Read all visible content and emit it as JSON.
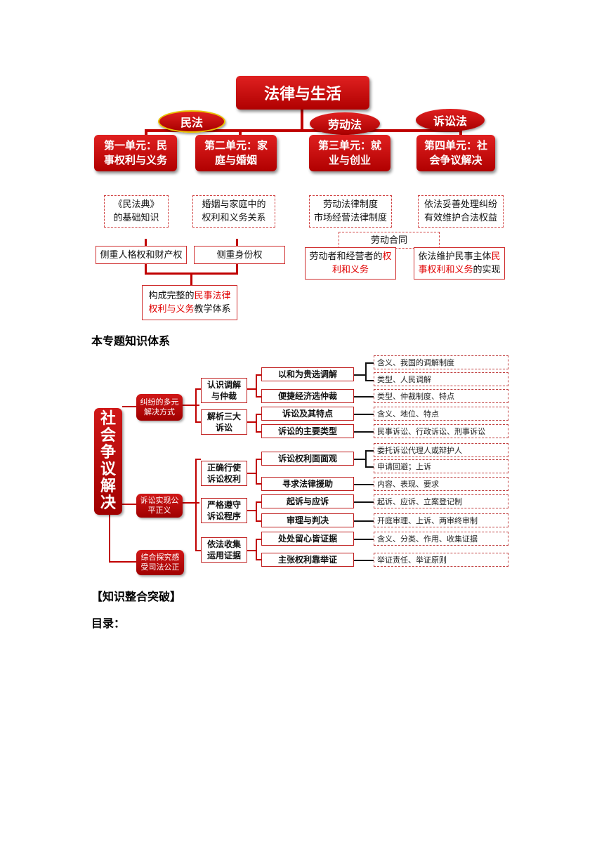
{
  "diagram1": {
    "title": "法律与生活",
    "tags": {
      "civil": "民法",
      "labor": "劳动法",
      "litigation": "诉讼法"
    },
    "units": [
      {
        "line1": "第一单元：民",
        "line2": "事权利与义务"
      },
      {
        "line1": "第二单元：家",
        "line2": "庭与婚姻"
      },
      {
        "line1": "第三单元：就",
        "line2": "业与创业"
      },
      {
        "line1": "第四单元：社",
        "line2": "会争议解决"
      }
    ],
    "topics": [
      {
        "line1": "《民法典》",
        "line2": "的基础知识"
      },
      {
        "line1": "婚姻与家庭中的",
        "line2": "权利和义务关系"
      },
      {
        "line1": "劳动法律制度",
        "line2": "市场经营法律制度"
      },
      {
        "line1": "依法妥善处理纠纷",
        "line2": "有效维护合法权益"
      }
    ],
    "focus": [
      "侧重人格权和财产权",
      "侧重身份权"
    ],
    "labor_contract": "劳动合同",
    "labor_rights": {
      "prefix": "劳动者和经营者的",
      "red1": "权",
      "red2": "利和义务"
    },
    "litigation_rights": {
      "prefix": "依法维护民事主体",
      "red1": "民",
      "red2": "事权利和义务",
      "suffix": "的实现"
    },
    "summary": {
      "prefix": "构成完整的",
      "red1": "民事法律",
      "red2": "权利与义务",
      "suffix": "教学体系"
    }
  },
  "heading_system": "本专题知识体系",
  "diagram2": {
    "root": [
      "社",
      "会",
      "争",
      "议",
      "解",
      "决"
    ],
    "level1": [
      {
        "line1": "纠纷的多元",
        "line2": "解决方式"
      },
      {
        "line1": "诉讼实现公",
        "line2": "平正义"
      },
      {
        "line1": "综合探究感",
        "line2": "受司法公正"
      }
    ],
    "level2": [
      {
        "line1": "认识调解",
        "line2": "与仲裁"
      },
      {
        "line1": "解析三大",
        "line2": "诉讼"
      },
      {
        "line1": "正确行使",
        "line2": "诉讼权利"
      },
      {
        "line1": "严格遵守",
        "line2": "诉讼程序"
      },
      {
        "line1": "依法收集",
        "line2": "运用证据"
      }
    ],
    "level3": [
      "以和为贵选调解",
      "便捷经济选仲裁",
      "诉讼及其特点",
      "诉讼的主要类型",
      "诉讼权利面面观",
      "寻求法律援助",
      "起诉与应诉",
      "审理与判决",
      "处处留心皆证据",
      "主张权利靠举证"
    ],
    "level4": [
      "含义、我国的调解制度",
      "类型、人民调解",
      "类型、仲裁制度、特点",
      "含义、地位、特点",
      "民事诉讼、行政诉讼、刑事诉讼",
      "委托诉讼代理人或辩护人",
      "申请回避；上诉",
      "内容、表现、要求",
      "起诉、应诉、立案登记制",
      "开庭审理、上诉、两审终审制",
      "含义、分类、作用、收集证据",
      "举证责任、举证原则"
    ]
  },
  "heading_integration": "【知识整合突破】",
  "heading_toc": "目录："
}
